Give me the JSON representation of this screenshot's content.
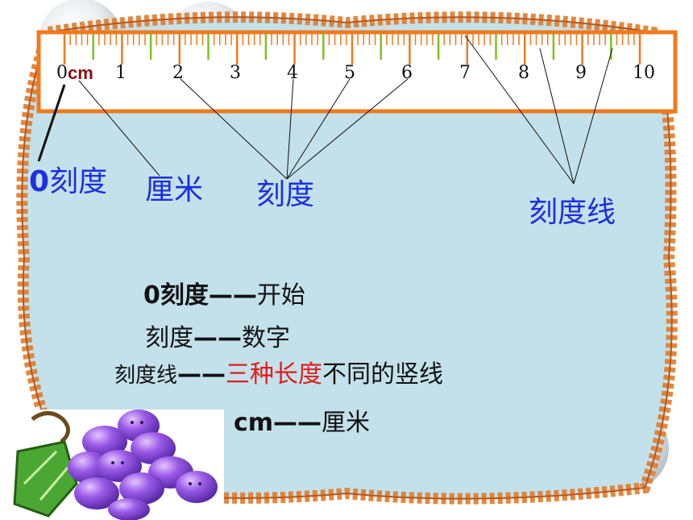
{
  "ruler": {
    "numbers": [
      "0",
      "1",
      "2",
      "3",
      "4",
      "5",
      "6",
      "7",
      "8",
      "9",
      "10"
    ],
    "unit": "cm"
  },
  "labels": {
    "zero_prefix": "0",
    "zero_label": "刻度",
    "centimeter": "厘米",
    "scale": "刻度",
    "scale_line": "刻度线"
  },
  "explanations": [
    {
      "term": "0刻度",
      "dash": "——",
      "meaning": "开始"
    },
    {
      "term": "刻度",
      "dash": "——",
      "meaning": "数字"
    },
    {
      "term": "刻度线",
      "dash": "——",
      "meaning_red": "三种长度",
      "meaning_rest": "不同的竖线"
    },
    {
      "term": "cm",
      "dash": "——",
      "meaning": "厘米"
    }
  ],
  "colors": {
    "ruler_orange": "#f07a1e",
    "tick_green": "#7cc21e",
    "text_blue": "#1c2fe0",
    "text_red": "#e21b1b",
    "panel_blue": "#c3e1ea",
    "leaf_border": "#e07b2b"
  },
  "decorations": [
    "bubble",
    "grapes-clipart",
    "leaf-garland-border"
  ]
}
